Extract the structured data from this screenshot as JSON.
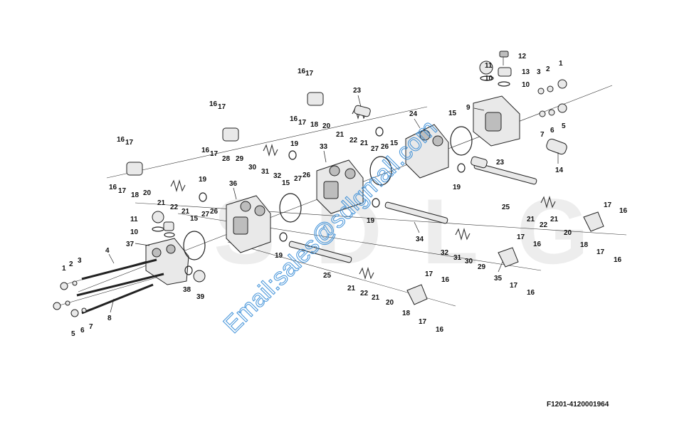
{
  "drawing_code": "F1201-4120001964",
  "watermark_email": "Email:sales@sdlgmall.com",
  "watermark_brand": "SDLG",
  "callouts": {
    "top_right_cover": [
      "11",
      "12",
      "10",
      "13",
      "10",
      "3",
      "2",
      "1",
      "9",
      "7",
      "6",
      "5",
      "14"
    ],
    "upper_section": [
      "16",
      "17",
      "16",
      "17",
      "18",
      "20",
      "23",
      "21",
      "22",
      "21",
      "24",
      "15",
      "27",
      "26",
      "15",
      "23",
      "19",
      "25",
      "21",
      "22",
      "21",
      "20",
      "18",
      "17",
      "16",
      "17",
      "16"
    ],
    "middle_section": [
      "16",
      "17",
      "16",
      "17",
      "28",
      "29",
      "30",
      "31",
      "32",
      "19",
      "33",
      "27",
      "26",
      "15",
      "19",
      "34",
      "32",
      "31",
      "30",
      "29",
      "35",
      "17",
      "16",
      "17",
      "16"
    ],
    "lower_section": [
      "16",
      "17",
      "16",
      "17",
      "18",
      "20",
      "21",
      "22",
      "21",
      "19",
      "36",
      "15",
      "27",
      "26",
      "19",
      "25",
      "21",
      "22",
      "21",
      "20",
      "18",
      "17",
      "16",
      "17",
      "16"
    ],
    "left_cover": [
      "11",
      "10",
      "37",
      "4",
      "3",
      "2",
      "1",
      "38",
      "39",
      "8",
      "5",
      "6",
      "7"
    ]
  }
}
